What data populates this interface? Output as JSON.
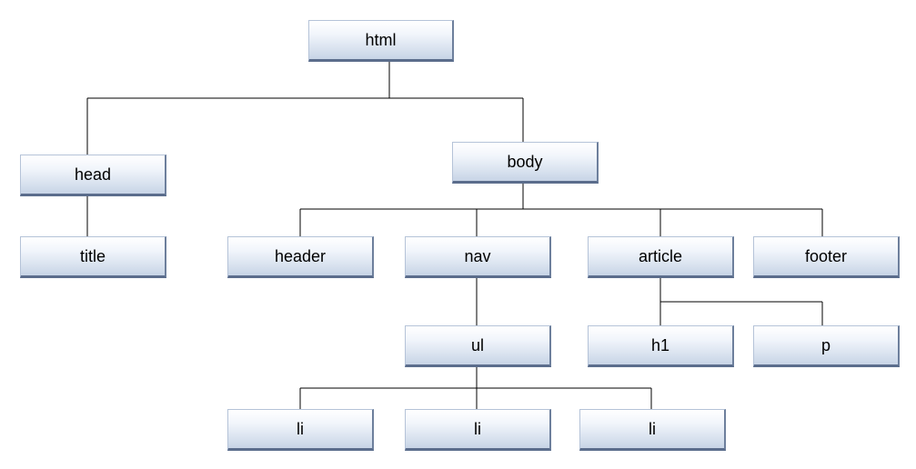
{
  "diagram": {
    "nodes": {
      "html": "html",
      "head": "head",
      "body": "body",
      "title": "title",
      "header": "header",
      "nav": "nav",
      "article": "article",
      "footer": "footer",
      "ul": "ul",
      "h1": "h1",
      "p": "p",
      "li_1": "li",
      "li_2": "li",
      "li_3": "li"
    },
    "edges": [
      [
        "html",
        "head"
      ],
      [
        "html",
        "body"
      ],
      [
        "head",
        "title"
      ],
      [
        "body",
        "header"
      ],
      [
        "body",
        "nav"
      ],
      [
        "body",
        "article"
      ],
      [
        "body",
        "footer"
      ],
      [
        "nav",
        "ul"
      ],
      [
        "article",
        "h1"
      ],
      [
        "article",
        "p"
      ],
      [
        "ul",
        "li_1"
      ],
      [
        "ul",
        "li_2"
      ],
      [
        "ul",
        "li_3"
      ]
    ],
    "colors": {
      "node_fill_top": "#ffffff",
      "node_fill_bottom": "#c7d4e6",
      "node_shadow": "#5b6d8c",
      "connector": "#000000"
    }
  }
}
